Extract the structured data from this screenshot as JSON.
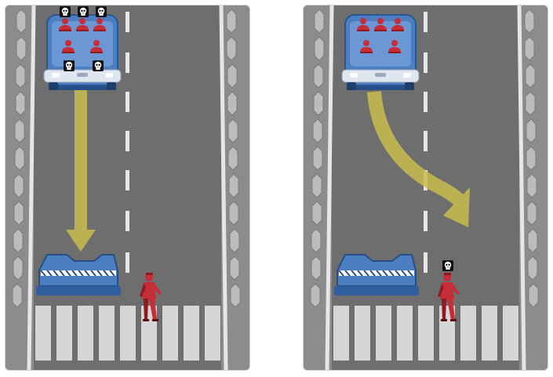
{
  "scenarios": [
    {
      "id": "left",
      "choice": "stay",
      "casualty_marker": "skull-icon",
      "casualties": "passengers"
    },
    {
      "id": "right",
      "choice": "swerve",
      "casualty_marker": "skull-icon",
      "casualties": "pedestrian"
    }
  ],
  "colors": {
    "road": "#6e6e6e",
    "shoulder": "#8c8c8c",
    "lane_line": "#e6e6e6",
    "car_body": "#3d6fb0",
    "car_body_dark": "#244e85",
    "person": "#c72d36",
    "person_dark": "#8f1a22",
    "arrow": "#c9bd4e",
    "barrier": "#2f5f9e",
    "crosswalk": "#d6d6d6",
    "skull_bg": "#111111"
  },
  "icons": {
    "skull": "skull-icon",
    "passenger": "passenger-icon",
    "pedestrian": "pedestrian-icon"
  }
}
